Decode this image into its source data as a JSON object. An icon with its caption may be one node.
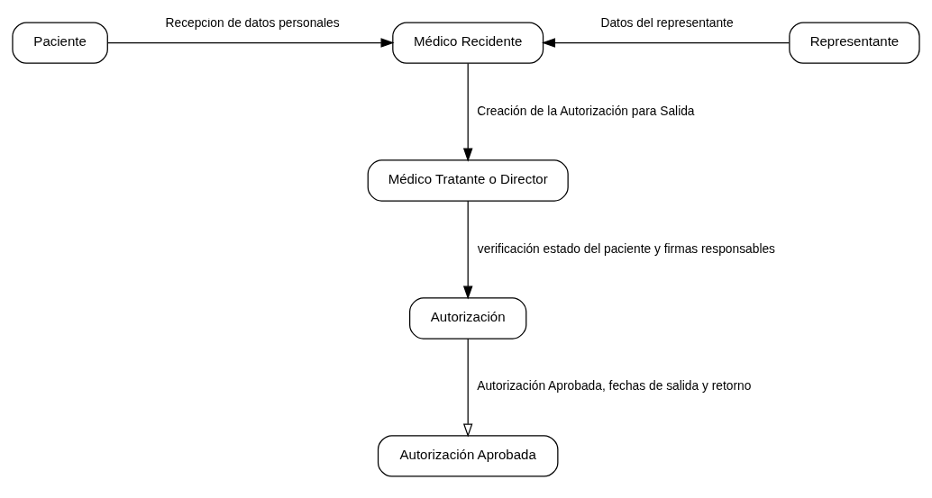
{
  "diagram": {
    "nodes": [
      {
        "text": [
          "Paciente"
        ]
      },
      {
        "text": [
          "Médico Recidente"
        ]
      },
      {
        "text": [
          "Representante"
        ]
      },
      {
        "text": [
          "Médico Tratante o Director"
        ]
      },
      {
        "text": [
          "Autorización"
        ]
      },
      {
        "text": [
          "Autorización Aprobada"
        ]
      }
    ],
    "edges": [
      {
        "from": 0,
        "to": 1,
        "arrow": "to",
        "label": "Recepcion de datos personales"
      },
      {
        "from": 2,
        "to": 1,
        "arrow": "to",
        "label": "Datos del representante"
      },
      {
        "from": 1,
        "to": 3,
        "arrow": "to",
        "label": "Creación de la Autorización para Salida"
      },
      {
        "from": 3,
        "to": 4,
        "arrow": "to",
        "label": "verificación estado del paciente y firmas responsables"
      },
      {
        "from": 4,
        "to": 5,
        "arrow": "to",
        "label": "Autorización Aprobada, fechas de salida y retorno"
      }
    ]
  }
}
